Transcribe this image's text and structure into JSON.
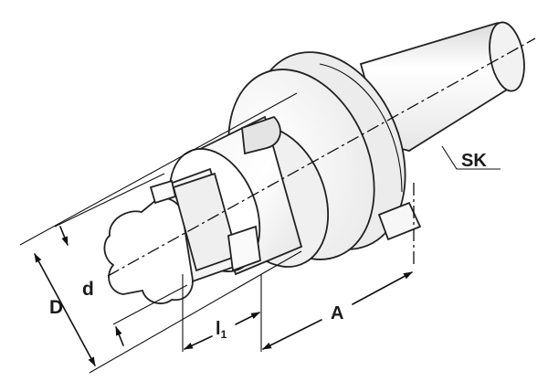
{
  "labels": {
    "taper": "SK",
    "outer_diameter": "D",
    "inner_diameter": "d",
    "length_l1_base": "l",
    "length_l1_sub": "1",
    "length_a": "A"
  }
}
